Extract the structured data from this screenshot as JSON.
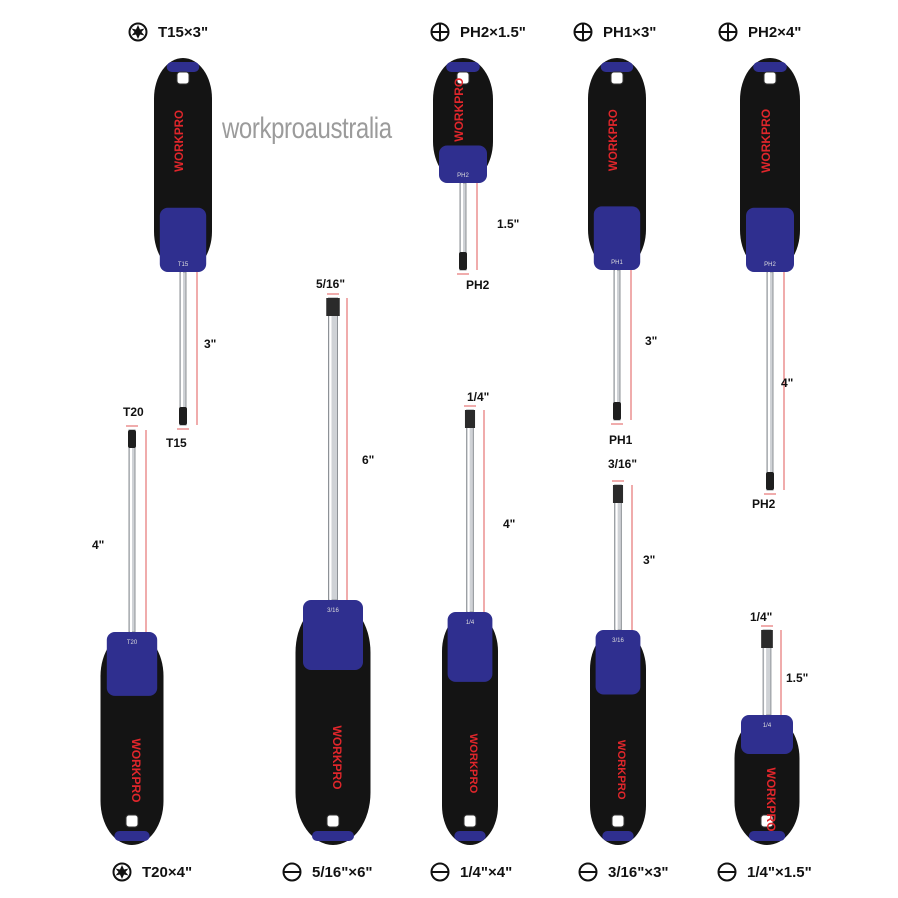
{
  "brand": "WORKPRO",
  "watermark": "workproaustralia",
  "colors": {
    "handle_black": "#141414",
    "handle_blue": "#2f2f8f",
    "brand_red": "#e0262b",
    "dimension_line": "#e05a5a"
  },
  "screwdrivers": [
    {
      "caption": "T15×3\"",
      "icon": "torx-icon",
      "length": "3\"",
      "tip": "T15",
      "band": "T15"
    },
    {
      "caption": "PH2×1.5\"",
      "icon": "phillips-icon",
      "length": "1.5\"",
      "tip": "PH2",
      "band": "PH2"
    },
    {
      "caption": "PH1×3\"",
      "icon": "phillips-icon",
      "length": "3\"",
      "tip": "PH1",
      "band": "PH1"
    },
    {
      "caption": "PH2×4\"",
      "icon": "phillips-icon",
      "length": "4\"",
      "tip": "PH2",
      "band": "PH2"
    },
    {
      "caption": "T20×4\"",
      "icon": "torx-icon",
      "length": "4\"",
      "tip": "T20",
      "band": "T20"
    },
    {
      "caption": "5/16\"×6\"",
      "icon": "slotted-icon",
      "length": "6\"",
      "tip": "5/16\"",
      "band": "3/16"
    },
    {
      "caption": "1/4\"×4\"",
      "icon": "slotted-icon",
      "length": "4\"",
      "tip": "1/4\"",
      "band": "1/4"
    },
    {
      "caption": "3/16\"×3\"",
      "icon": "slotted-icon",
      "length": "3\"",
      "tip": "3/16\"",
      "band": "3/16"
    },
    {
      "caption": "1/4\"×1.5\"",
      "icon": "slotted-icon",
      "length": "1.5\"",
      "tip": "1/4\"",
      "band": "1/4"
    }
  ]
}
